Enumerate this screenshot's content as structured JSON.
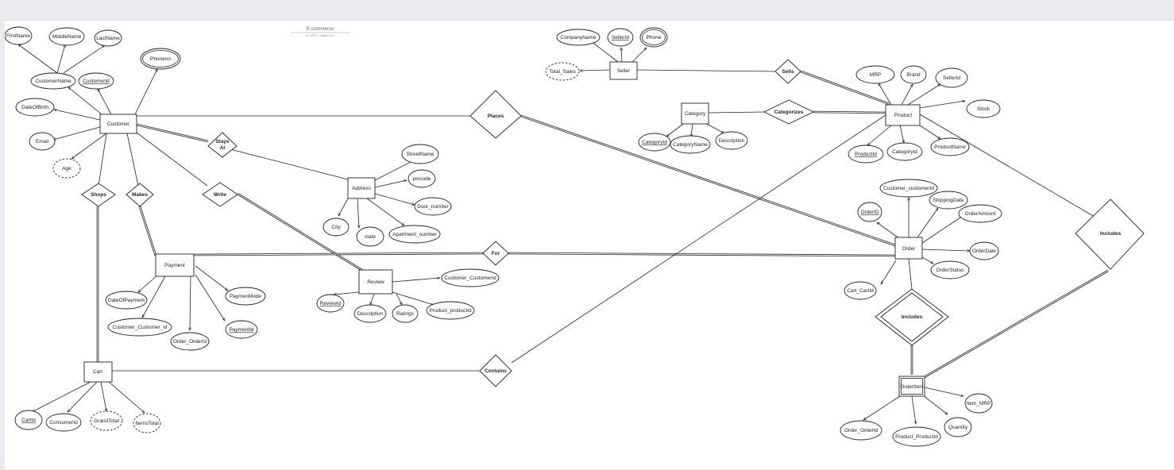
{
  "diagram": {
    "title": "E-commerce",
    "subtitle": "ECLARD · Nayana 101",
    "entities": {
      "customer": "Customer",
      "seller": "Seller",
      "product": "Product",
      "category": "Category",
      "address": "Address",
      "payment": "Payment",
      "review": "Review",
      "order": "Order",
      "cart": "Cart",
      "orderitem": "OrderItem"
    },
    "relationships": {
      "places": "Places",
      "sells": "Sells",
      "categorizes": "Categorizes",
      "stays_at_1": "Stays",
      "stays_at_2": "At",
      "shops": "Shops",
      "makes": "Makes",
      "write": "Write",
      "for": "For",
      "contains": "Contains",
      "includes_order": "Includes",
      "includes_product": "Includes"
    },
    "attributes": {
      "firstname": "FirstName",
      "middlename": "MiddleName",
      "lastname": "LastName",
      "customername": "CustomerName",
      "customerid": "CustomerId",
      "phoneno": "Phoneno",
      "dateofbirth": "DateOfBirth",
      "email": "Email",
      "age": "Age",
      "companyname": "CompanyName",
      "sellerid": "SellerId",
      "phone": "Phone",
      "total_sales": "Total_Sales",
      "mrp": "MRP",
      "brand": "Brand",
      "product_sellerid": "SellerId",
      "stock": "Stock",
      "productid": "ProductId",
      "product_categoryid": "CategoryId",
      "productname": "ProductName",
      "categoryid": "CategoryId",
      "categoryname": "CategoryName",
      "category_description": "Description",
      "streetname": "StreetName",
      "pincode": "pincode",
      "door_number": "Door_number",
      "apartment_number": "Apartment_number",
      "city": "City",
      "state": "state",
      "dateofpayment": "DateOfPayment",
      "customer_customer_id": "Customer_Customer_id",
      "order_orderid_pay": "Order_OrderId",
      "paymentid": "PaymentId",
      "paymenmode": "PaymenMode",
      "reviewid": "ReviewId",
      "review_description": "Description",
      "ratings": "Ratings",
      "product_productid": "Product_productId",
      "customer_customerid_rev": "Customer_CustomerId",
      "customer_customerid_ord": "Customer_customerId",
      "orderid": "OrderID",
      "shippingdate": "ShippingDate",
      "orderamount": "OrderAmount",
      "orderdate": "OrderDate",
      "orderstatus": "OrderStatus",
      "cart_cartid": "Cart_CartId",
      "cartid": "CartId",
      "consumerid": "ConsumerId",
      "grandtotal": "GrandTotal",
      "itemstotal": "ItemsTotal",
      "order_orderid_item": "Order_OrderId",
      "product_productid_item": "Product_ProductId",
      "quantity": "Quantity",
      "item_mrp": "Item_MRP"
    }
  }
}
